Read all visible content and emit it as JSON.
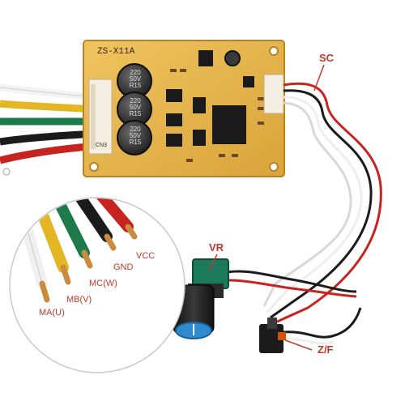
{
  "board": {
    "model": "ZS-X11A",
    "capacitor_text": [
      "220",
      "50V",
      "R15"
    ],
    "corner_label": "CN3"
  },
  "labels": {
    "sc": "SC",
    "vr": "VR",
    "zf": "Z/F",
    "vcc": "VCC",
    "gnd": "GND",
    "mc": "MC(W)",
    "mb": "MB(V)",
    "ma": "MA(U)"
  },
  "colors": {
    "accent": "#c0392b",
    "pcb": "#e9b64a",
    "wire_red": "#c8241f",
    "wire_black": "#1b1b1b",
    "wire_white": "#f3f3f3",
    "wire_yellow": "#e4b623",
    "wire_green": "#1e7a4a",
    "knob_blue": "#2e8bd0"
  }
}
